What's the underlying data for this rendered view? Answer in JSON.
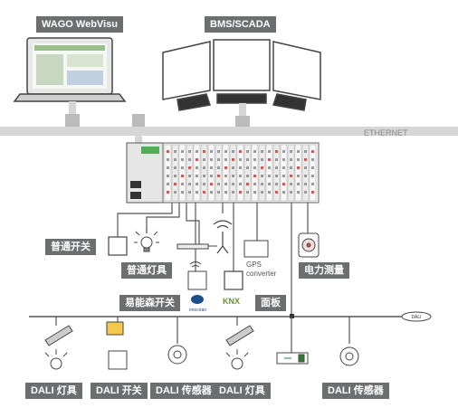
{
  "top_labels": {
    "webvisu": "WAGO WebVisu",
    "bms": "BMS/SCADA"
  },
  "network": {
    "ethernet": "ETHERNET",
    "dali_logo": "DALI"
  },
  "device_labels": {
    "normal_switch": "普通开关",
    "normal_lamp": "普通灯具",
    "enocean_switch": "易能森开关",
    "panel": "面板",
    "power_meter": "电力测量",
    "gps": "GPS\nconverter",
    "enocean_logo": "enocean",
    "knx_logo": "KNX"
  },
  "dali_labels": {
    "lamp1": "DALI 灯具",
    "switch": "DALI 开关",
    "sensor1": "DALI 传感器",
    "lamp2": "DALI 灯具",
    "sensor2": "DALI 传感器"
  },
  "colors": {
    "label_bg": "#6d6e70",
    "line": "#555555",
    "bus": "#d6d6d6",
    "accent_green": "#4caf50",
    "accent_red": "#d9534f"
  }
}
